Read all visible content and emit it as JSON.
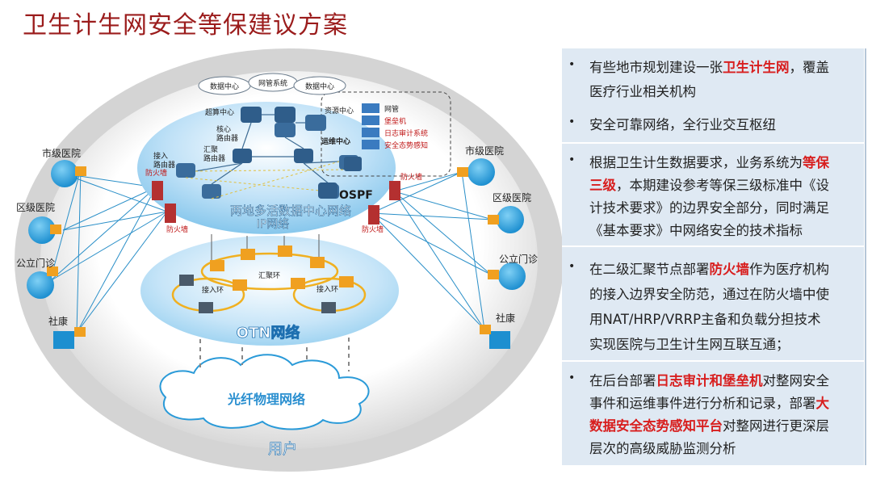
{
  "title": "卫生计生网安全等保建议方案",
  "diagram": {
    "outer_label": "用户",
    "top_clouds": [
      "数据中心",
      "网管系统",
      "数据中心"
    ],
    "core_labels": {
      "supercompute": "超算中心",
      "core_router": "核心\n路由器",
      "agg_router": "汇聚\n路由器",
      "access_router": "接入\n路由器",
      "firewall": "防火墙",
      "ops_center": "运维中心",
      "resource_center": "资源中心",
      "ospf": "OSPF"
    },
    "ops_legend": [
      "网管",
      "堡垒机",
      "日志审计系统",
      "安全态势感知"
    ],
    "ip_network": "两地多活数据中心网络",
    "ip_network_sub": "IP网络",
    "otn": {
      "agg_ring": "汇聚环",
      "access_ring_left": "接入环",
      "access_ring_right": "接入环",
      "label": "OTN网络"
    },
    "fiber": "光纤物理网络",
    "left_nodes": [
      "市级医院",
      "区级医院",
      "公立门诊",
      "社康"
    ],
    "right_nodes": [
      "市级医院",
      "区级医院",
      "公立门诊",
      "社康"
    ],
    "firewall_side": [
      "防火墙",
      "防火墙",
      "防火墙",
      "防火墙"
    ]
  },
  "panel": {
    "cards": [
      {
        "lines": [
          [
            {
              "t": "有些地市规划建设一张"
            },
            {
              "t": "卫生计生网",
              "h": true
            },
            {
              "t": "，覆盖"
            }
          ],
          [
            {
              "t": "医疗行业相关机构"
            }
          ],
          [
            {
              "t": "安全可靠网络，全行业交互枢纽"
            }
          ]
        ]
      },
      {
        "lines": [
          [
            {
              "t": "根据卫生计生数据要求，业务系统为"
            },
            {
              "t": "等保",
              "h": true
            }
          ],
          [
            {
              "t": "三级",
              "h": true
            },
            {
              "t": "，本期建设参考等保三级标准中《设"
            }
          ],
          [
            {
              "t": "计技术要求》的边界安全部分，同时满足"
            }
          ],
          [
            {
              "t": "《基本要求》中网络安全的技术指标"
            }
          ]
        ]
      },
      {
        "lines": [
          [
            {
              "t": "在二级汇聚节点部署"
            },
            {
              "t": "防火墙",
              "h": true
            },
            {
              "t": "作为医疗机构"
            }
          ],
          [
            {
              "t": "的接入边界安全防范，通过在防火墙中使"
            }
          ],
          [
            {
              "t": "用NAT/HRP/VRRP主备和负载分担技术"
            }
          ],
          [
            {
              "t": "实现医院与卫生计生网互联互通；"
            }
          ]
        ]
      },
      {
        "lines": [
          [
            {
              "t": "在后台部署"
            },
            {
              "t": "日志审计和堡垒机",
              "h": true
            },
            {
              "t": "对整网安全"
            }
          ],
          [
            {
              "t": "事件和运维事件进行分析和记录，部署"
            },
            {
              "t": "大",
              "h": true
            }
          ],
          [
            {
              "t": "数据安全态势感知平台",
              "h": true
            },
            {
              "t": "对整网进行更深层"
            }
          ],
          [
            {
              "t": "层次的高级威胁监测分析"
            }
          ]
        ]
      }
    ]
  }
}
